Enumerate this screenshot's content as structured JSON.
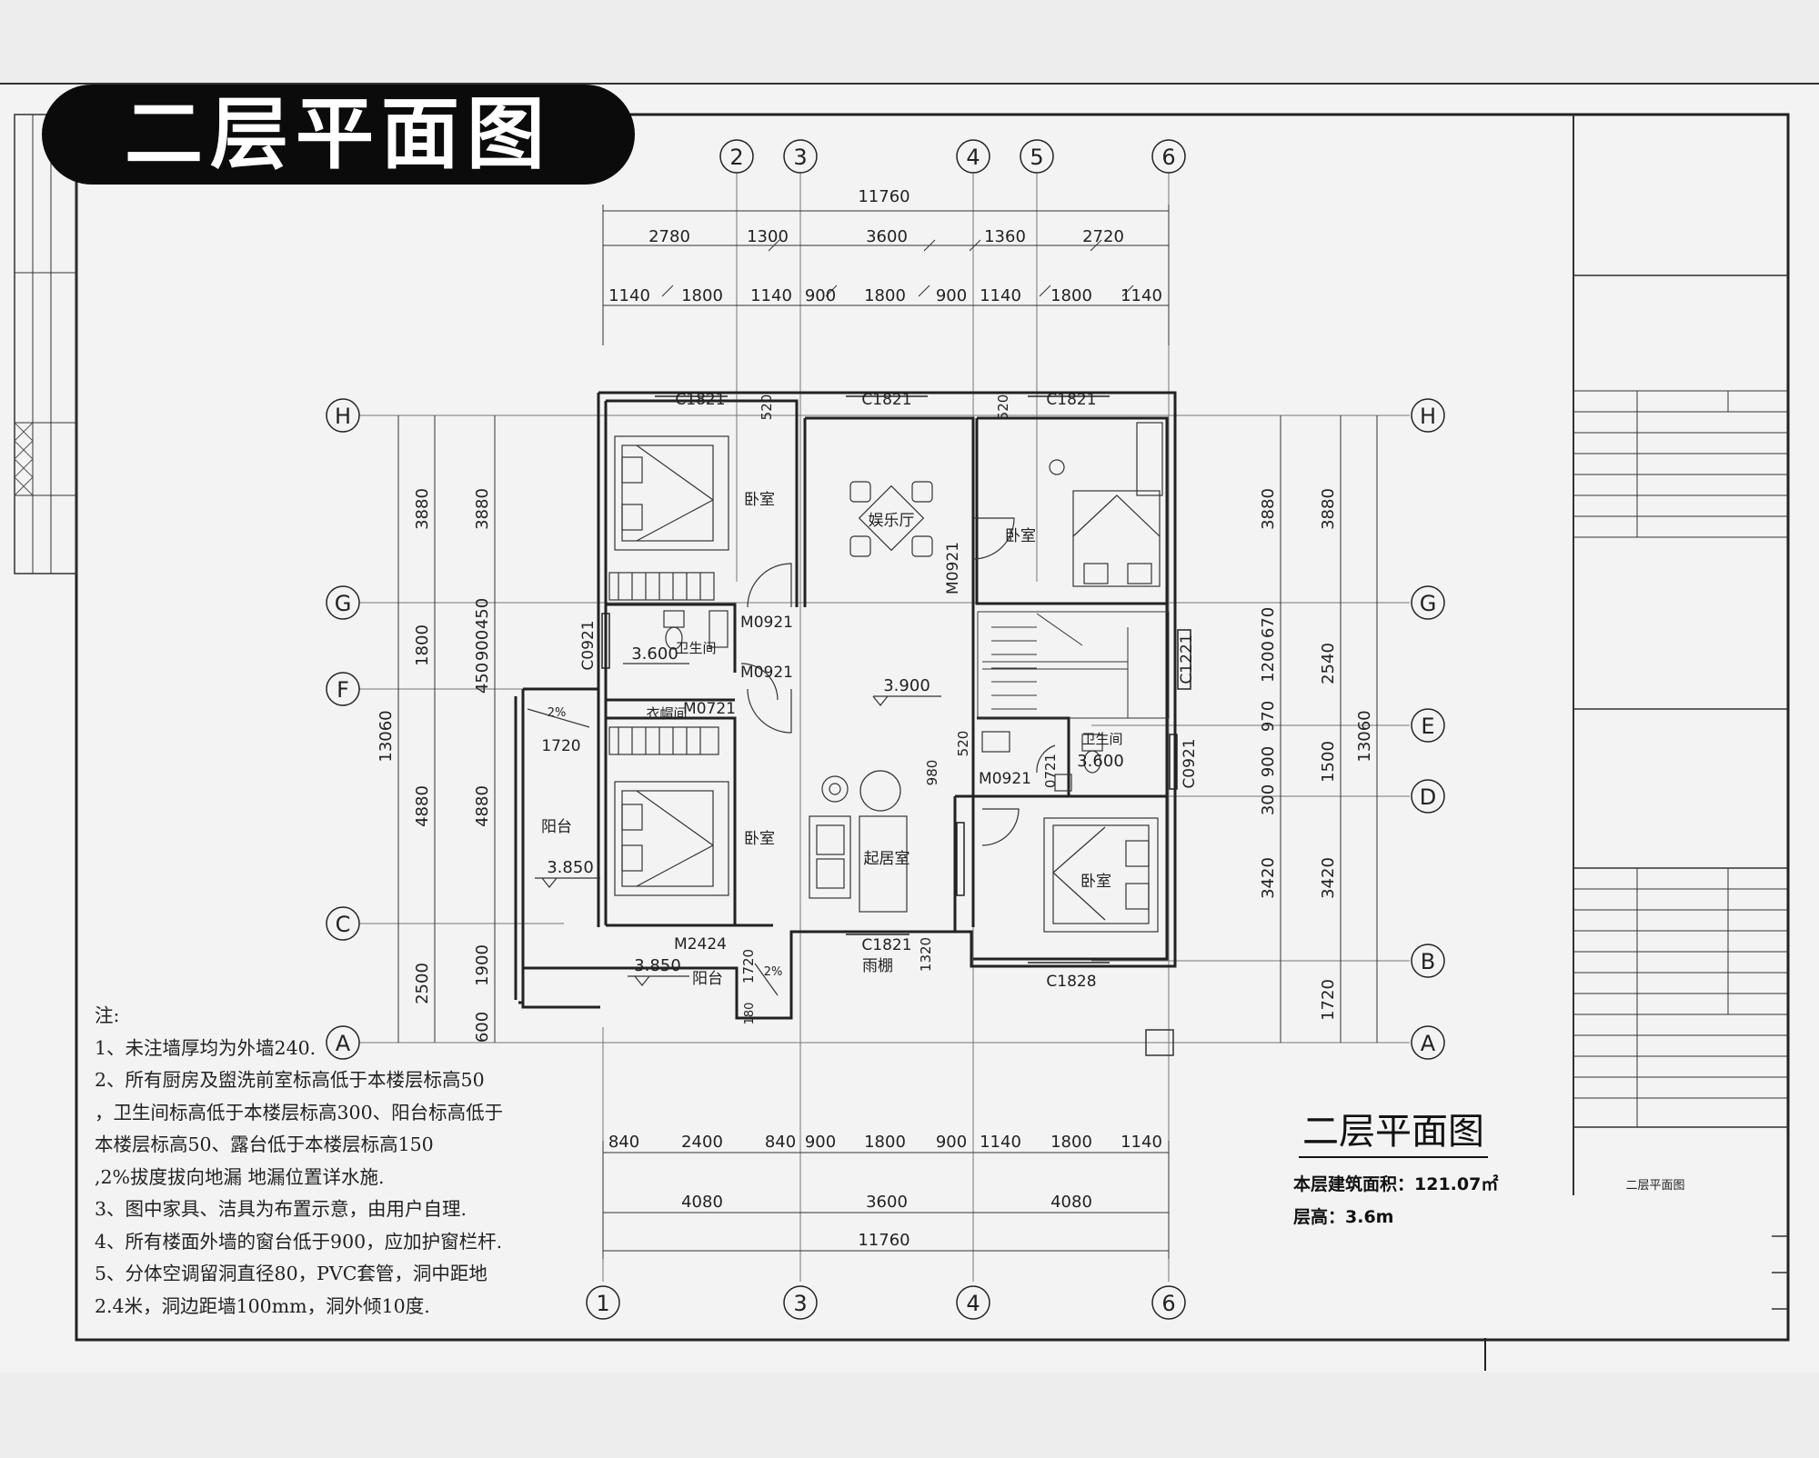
{
  "banner": {
    "title": "二层平面图"
  },
  "axes": {
    "top": [
      "2",
      "3",
      "4",
      "5",
      "6"
    ],
    "bottom": [
      "1",
      "3",
      "4",
      "6"
    ],
    "left": [
      "H",
      "G",
      "F",
      "C",
      "A"
    ],
    "right": [
      "H",
      "G",
      "E",
      "D",
      "B",
      "A"
    ]
  },
  "dims": {
    "top_total": "11760",
    "top_row2": [
      "2780",
      "1300",
      "3600",
      "1360",
      "2720"
    ],
    "top_row3": [
      "1140",
      "1800",
      "1140",
      "900",
      "1800",
      "900",
      "1140",
      "1800",
      "1140"
    ],
    "bottom_row1": [
      "840",
      "2400",
      "840",
      "900",
      "1800",
      "900",
      "1140",
      "1800",
      "1140"
    ],
    "bottom_row2": [
      "4080",
      "3600",
      "4080"
    ],
    "bottom_total": "11760",
    "left_total": "13060",
    "left_outer": [
      "3880",
      "1800",
      "4880",
      "2500"
    ],
    "left_inner": [
      "3880",
      "450",
      "900",
      "450",
      "4880",
      "1900",
      "600"
    ],
    "right_inner": [
      "3880",
      "670",
      "1200",
      "970",
      "900",
      "300",
      "3420"
    ],
    "right_outer": [
      "3880",
      "2540",
      "1500",
      "3420",
      "1720"
    ],
    "right_total": "13060"
  },
  "rooms": {
    "bedroom": "卧室",
    "entertainment": "娱乐厅",
    "bathroom": "卫生间",
    "closet": "衣帽间",
    "balcony": "阳台",
    "living": "起居室",
    "canopy": "雨棚"
  },
  "labels": {
    "win_c1821": "C1821",
    "win_c1828": "C1828",
    "win_c0921": "C0921",
    "win_c1221": "C1221",
    "door_m0921": "M0921",
    "door_m0721": "M0721",
    "door_m2424": "M2424",
    "door_0721": "0721",
    "dim_520": "520",
    "dim_980": "980",
    "dim_1720": "1720",
    "dim_1320": "1320",
    "dim_180": "180",
    "slope": "2%",
    "elev_3900": "3.900",
    "elev_3600": "3.600",
    "elev_3850": "3.850"
  },
  "notes": {
    "heading": "注:",
    "lines": [
      "1、未注墙厚均为外墙240.",
      "2、所有厨房及盥洗前室标高低于本楼层标高50",
      "，卫生间标高低于本楼层标高300、阳台标高低于",
      "本楼层标高50、露台低于本楼层标高150",
      ",2%拔度拔向地漏 地漏位置详水施.",
      "3、图中家具、洁具为布置示意，由用户自理.",
      "4、所有楼面外墙的窗台低于900，应加护窗栏杆.",
      "5、分体空调留洞直径80，PVC套管，洞中距地",
      "2.4米，洞边距墙100mm，洞外倾10度."
    ]
  },
  "plan": {
    "title": "二层平面图",
    "area": "本层建筑面积：121.07㎡",
    "height": "层高：3.6m"
  },
  "titleblock": {
    "bottom_text": "二层平面图"
  }
}
